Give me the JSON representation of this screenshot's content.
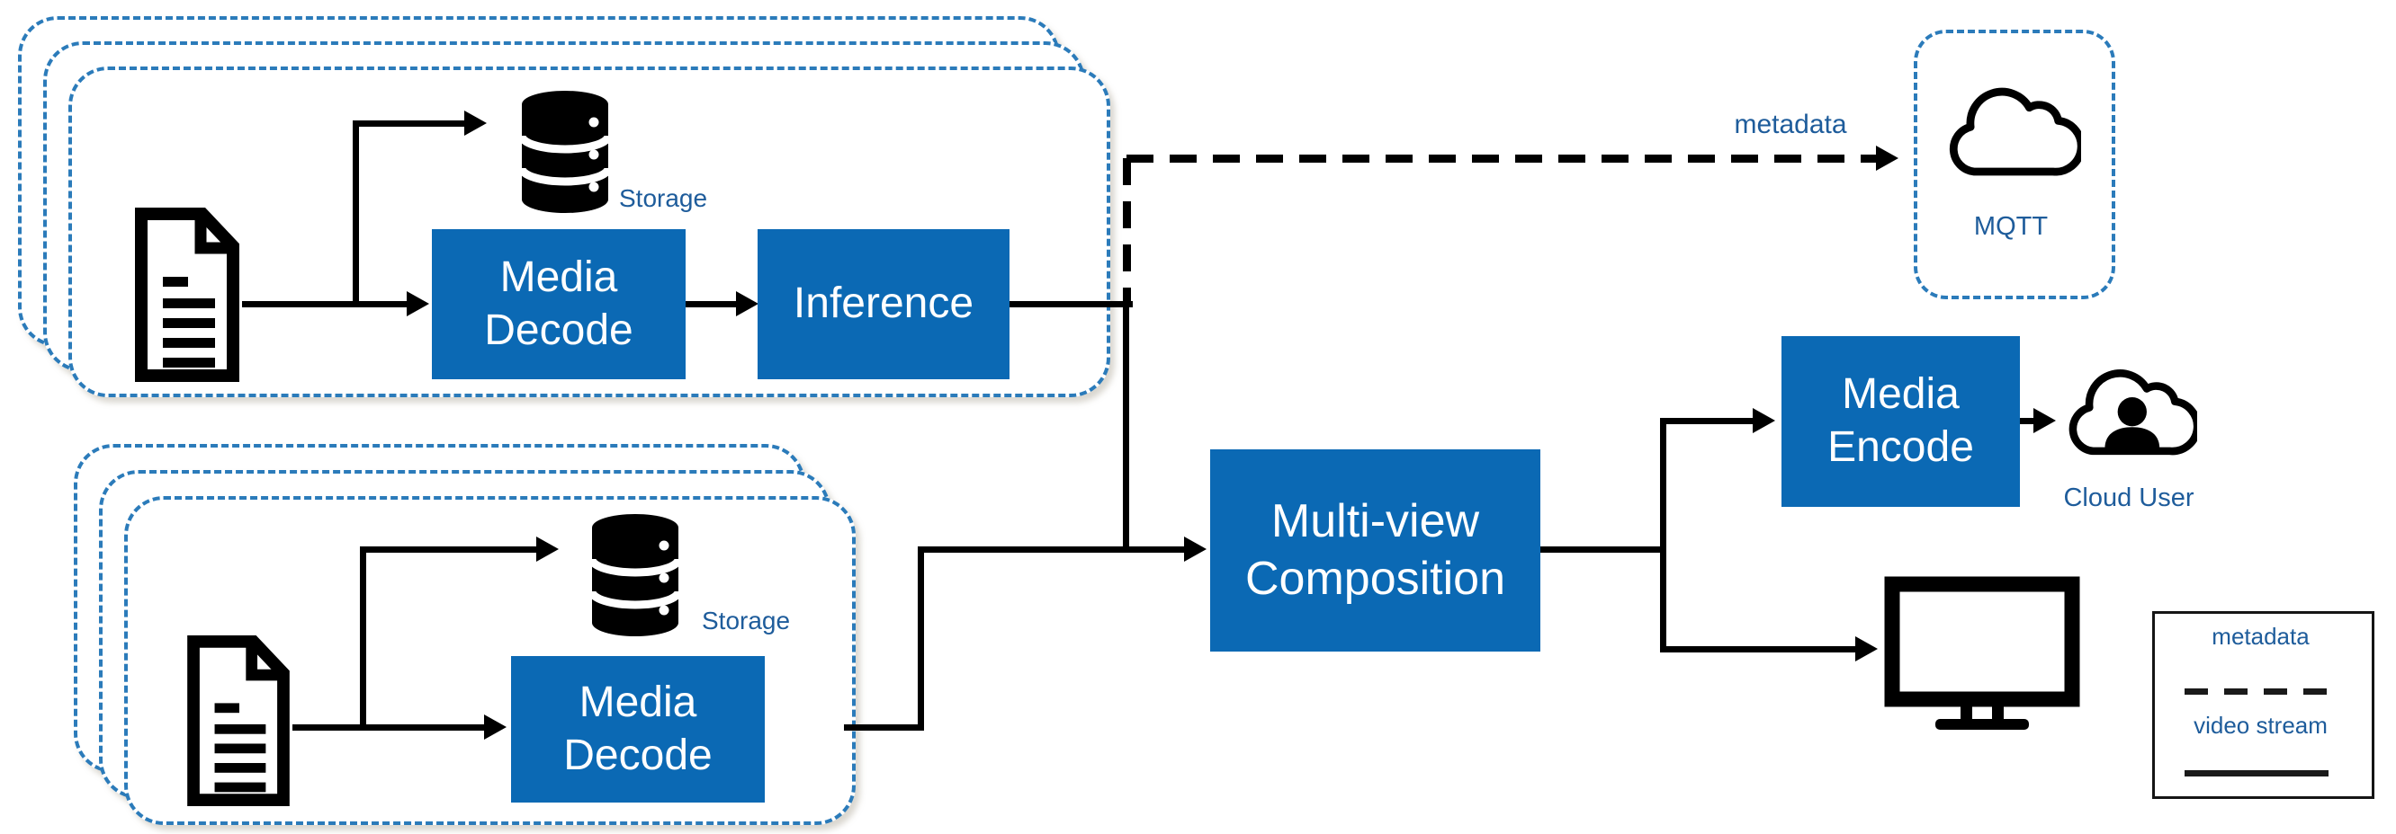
{
  "colors": {
    "box_fill": "#0B69B4",
    "group_border": "#2B7BBA",
    "label_text": "#1E5C9B",
    "line": "#000000"
  },
  "groups": {
    "top_pipeline": {
      "storage_label": "Storage",
      "media_decode_label": "Media\nDecode",
      "inference_label": "Inference"
    },
    "bottom_pipeline": {
      "storage_label": "Storage",
      "media_decode_label": "Media\nDecode"
    }
  },
  "nodes": {
    "multiview_label": "Multi-view\nComposition",
    "media_encode_label": "Media\nEncode",
    "mqtt_label": "MQTT",
    "cloud_user_label": "Cloud User"
  },
  "edges": {
    "metadata_label": "metadata"
  },
  "legend": {
    "metadata_label": "metadata",
    "video_stream_label": "video stream"
  }
}
